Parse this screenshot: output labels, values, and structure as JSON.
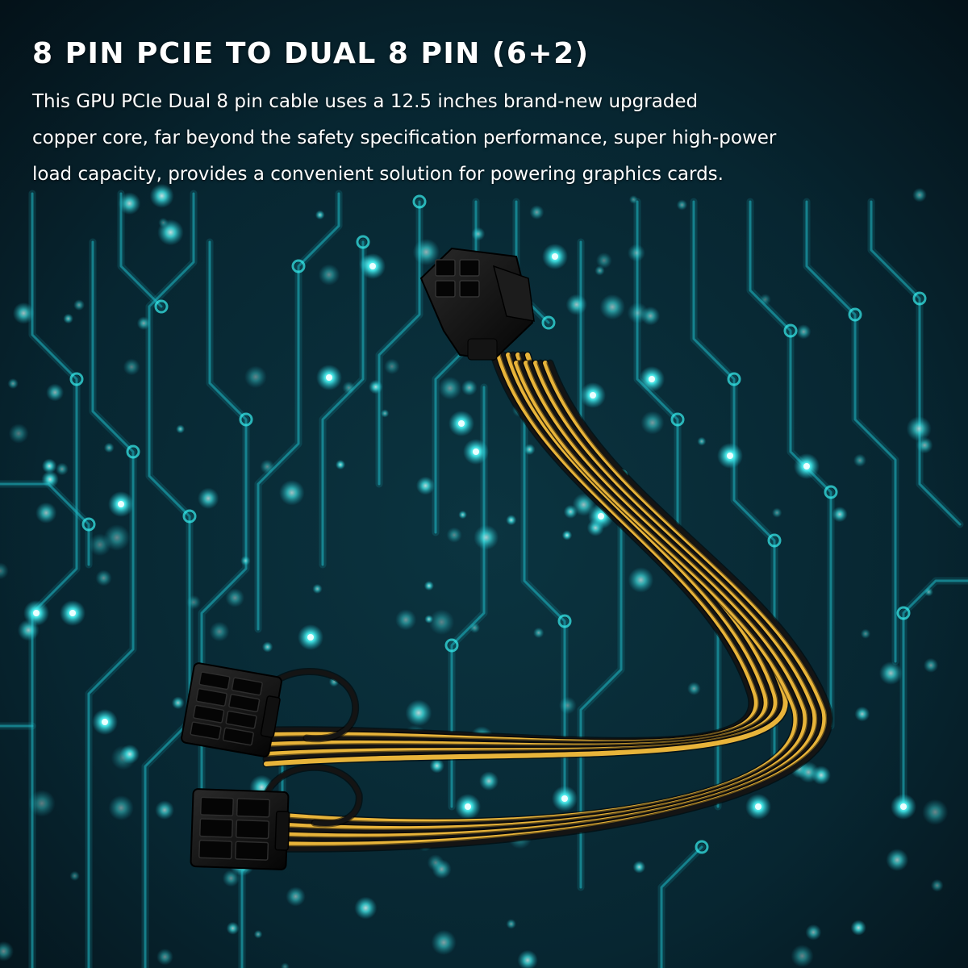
{
  "headline": "8 PIN PCIE TO DUAL 8 PIN (6+2)",
  "description": " This GPU PCIe Dual 8 pin cable uses a 12.5 inches brand-new upgraded\ncopper core, far beyond the safety specification performance, super high-power\nload capacity, provides a convenient solution for powering graphics cards.",
  "colors": {
    "background": "#061a22",
    "circuit_trace": "#1fb8c4",
    "glow": "#38f0f0",
    "wire_yellow": "#e8b43a",
    "wire_black": "#141414",
    "connector": "#101010"
  },
  "illustration": {
    "cable_connector_pins": 8,
    "branch_connectors": 2
  }
}
